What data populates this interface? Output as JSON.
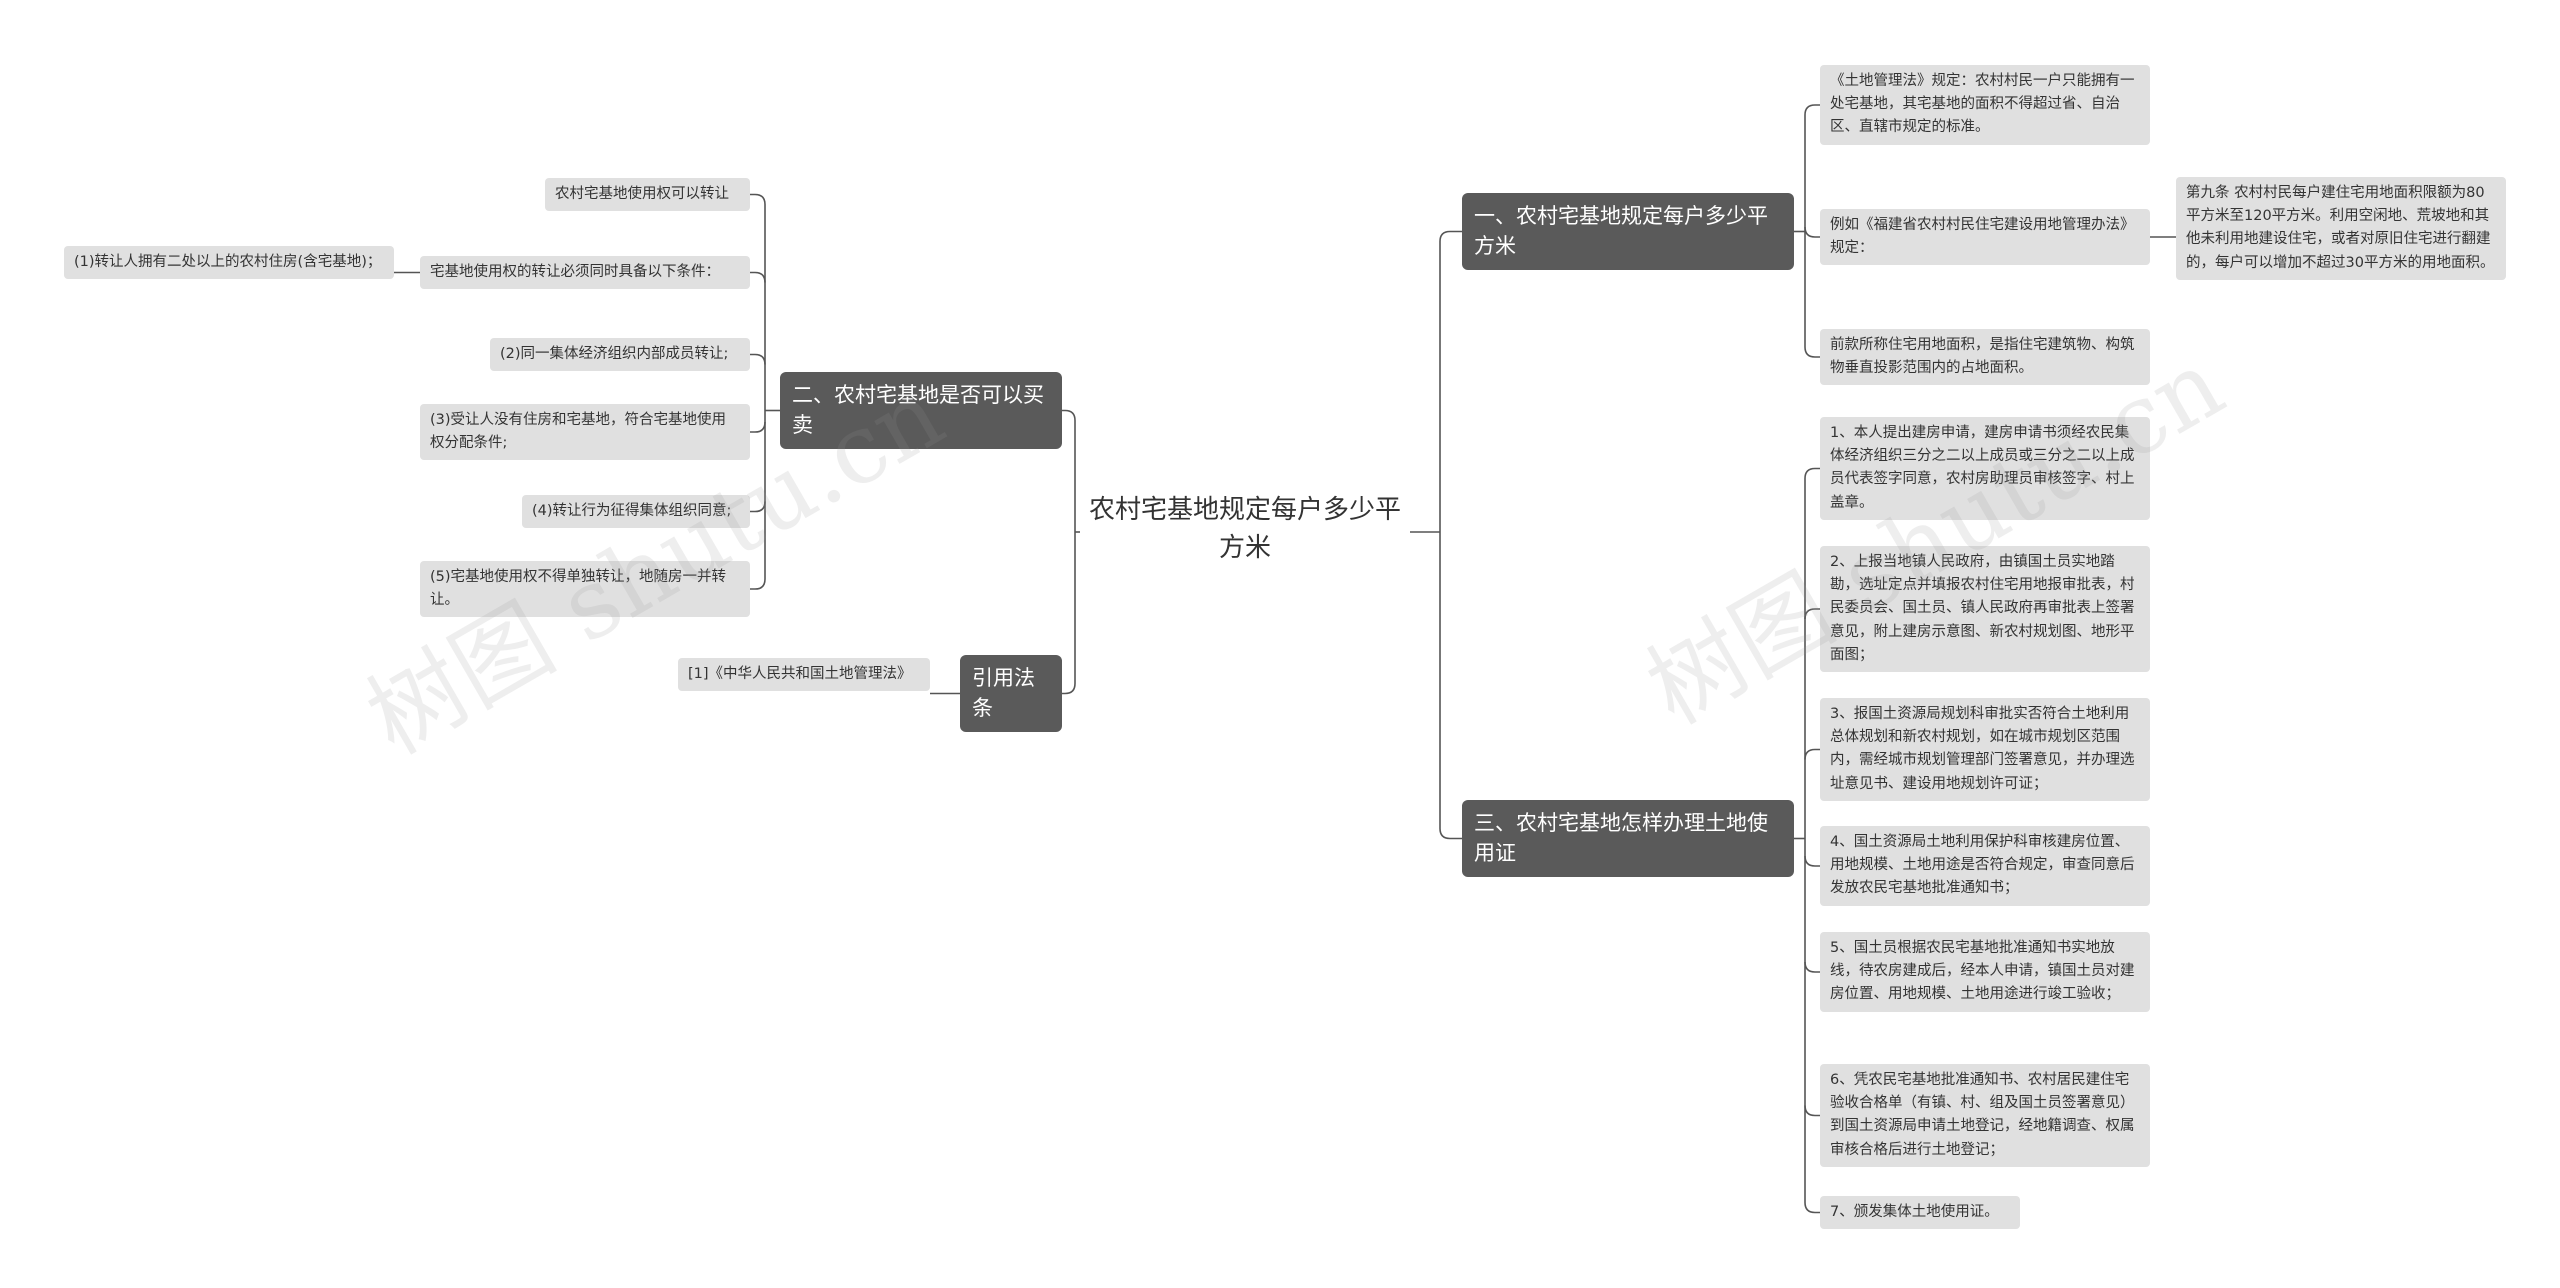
{
  "root": "农村宅基地规定每户多少平方米",
  "right_branches": [
    {
      "label": "一、农村宅基地规定每户多少平方米",
      "children": [
        "《土地管理法》规定：农村村民一户只能拥有一处宅基地，其宅基地的面积不得超过省、自治区、直辖市规定的标准。",
        "例如《福建省农村村民住宅建设用地管理办法》规定：",
        "前款所称住宅用地面积，是指住宅建筑物、构筑物垂直投影范围内的占地面积。"
      ],
      "grandchild": "第九条 农村村民每户建住宅用地面积限额为80平方米至120平方米。利用空闲地、荒坡地和其他未利用地建设住宅，或者对原旧住宅进行翻建的，每户可以增加不超过30平方米的用地面积。"
    },
    {
      "label": "三、农村宅基地怎样办理土地使用证",
      "children": [
        "1、本人提出建房申请，建房申请书须经农民集体经济组织三分之二以上成员或三分之二以上成员代表签字同意，农村房助理员审核签字、村上盖章。",
        "2、上报当地镇人民政府，由镇国土员实地踏勘，选址定点并填报农村住宅用地报审批表，村民委员会、国土员、镇人民政府再审批表上签署意见，附上建房示意图、新农村规划图、地形平面图；",
        "3、报国土资源局规划科审批实否符合土地利用总体规划和新农村规划，如在城市规划区范围内，需经城市规划管理部门签署意见，并办理选址意见书、建设用地规划许可证；",
        "4、国土资源局土地利用保护科审核建房位置、用地规模、土地用途是否符合规定，审查同意后发放农民宅基地批准通知书；",
        "5、国土员根据农民宅基地批准通知书实地放线，待农房建成后，经本人申请，镇国土员对建房位置、用地规模、土地用途进行竣工验收；",
        "6、凭农民宅基地批准通知书、农村居民建住宅验收合格单（有镇、村、组及国土员签署意见）到国土资源局申请土地登记，经地籍调查、权属审核合格后进行土地登记；",
        "7、颁发集体土地使用证。"
      ]
    }
  ],
  "left_branches": [
    {
      "label": "二、农村宅基地是否可以买卖",
      "children": [
        "农村宅基地使用权可以转让",
        "宅基地使用权的转让必须同时具备以下条件：",
        "(2)同一集体经济组织内部成员转让;",
        "(3)受让人没有住房和宅基地，符合宅基地使用权分配条件;",
        "(4)转让行为征得集体组织同意;",
        "(5)宅基地使用权不得单独转让，地随房一并转让。"
      ],
      "grandchild": "(1)转让人拥有二处以上的农村住房(含宅基地)；"
    },
    {
      "label": "引用法条",
      "children": [
        "[1]《中华人民共和国土地管理法》"
      ]
    }
  ],
  "watermarks": [
    "树图 shutu.cn",
    "树图 shutu.cn"
  ]
}
